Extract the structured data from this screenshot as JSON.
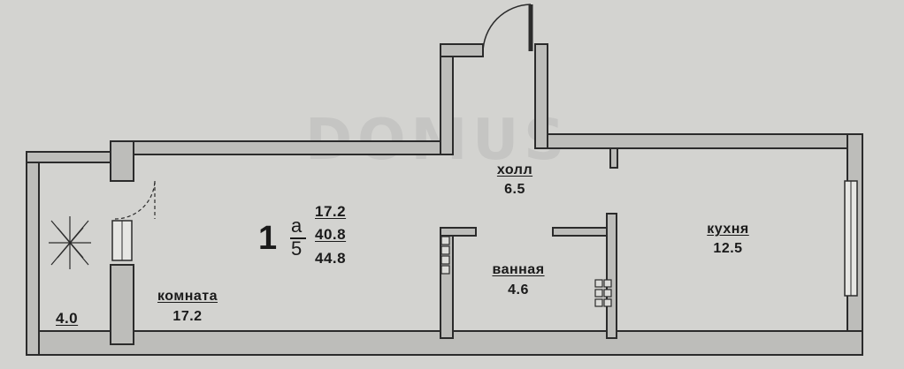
{
  "watermark": "DOMUS",
  "apartment": {
    "rooms": "1",
    "section": "а",
    "floor": "5",
    "living_area": "17.2",
    "living_total_area": "40.8",
    "total_area": "44.8"
  },
  "rooms": {
    "hall": {
      "name": "холл",
      "area": "6.5"
    },
    "kitchen": {
      "name": "кухня",
      "area": "12.5"
    },
    "bathroom": {
      "name": "ванная",
      "area": "4.6"
    },
    "living_room": {
      "name": "комната",
      "area": "17.2"
    },
    "balcony": {
      "area": "4.0"
    }
  },
  "colors": {
    "background": "#d3d3d0",
    "wall": "#bdbdba",
    "wall_outline": "#2b2b2b",
    "text": "#1a1a1a"
  }
}
